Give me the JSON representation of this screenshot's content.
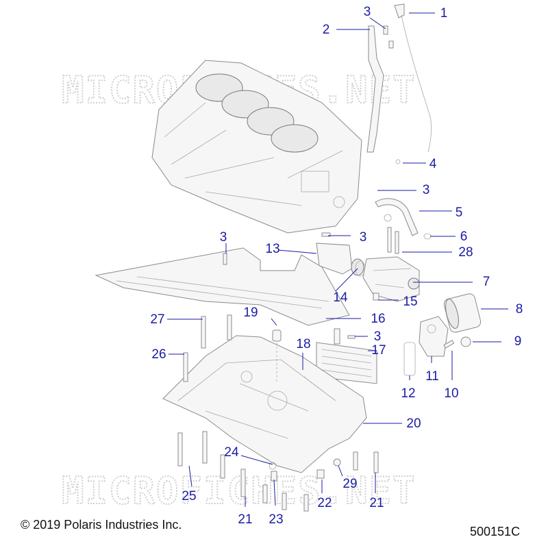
{
  "watermark": "MICROFICHES.NET",
  "copyright": "© 2019 Polaris Industries Inc.",
  "diagram_id": "500151C",
  "callouts": [
    "1",
    "2",
    "3",
    "3",
    "3",
    "3",
    "3",
    "4",
    "5",
    "6",
    "7",
    "8",
    "9",
    "10",
    "11",
    "12",
    "13",
    "14",
    "15",
    "16",
    "17",
    "18",
    "19",
    "20",
    "21",
    "21",
    "22",
    "23",
    "24",
    "25",
    "26",
    "27",
    "28",
    "29"
  ],
  "colors": {
    "callout": "#1a1aa6",
    "line_art": "#8a8a8a",
    "watermark": "#cfcfcf"
  }
}
